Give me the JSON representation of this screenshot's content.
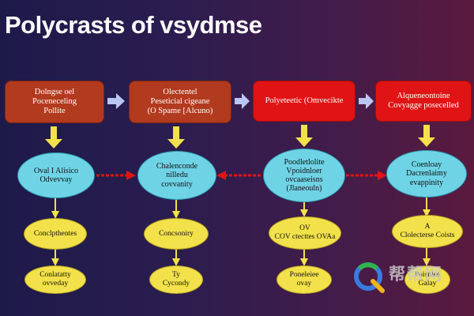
{
  "title": "Polycrasts of vsydmse",
  "colors": {
    "background_left": "#1d1a4a",
    "background_right": "#5a1a3e",
    "box_dark": "#b23a1e",
    "box_red": "#e01414",
    "oval_cyan": "#6fd3e6",
    "oval_yellow": "#f2e14a",
    "arrow_yellow": "#f2e14a",
    "arrow_lavender": "#b9c6f2",
    "arrow_red": "#e01414"
  },
  "boxes": [
    "Dolngse oel\nPoceneceling\nPollite",
    "Olectentel\nPeseticial cigeane\n(O Spame [Alcuno)",
    "Polyeteetic (Omvecikte",
    "Alqueneontoine\nCovyagge posecelled"
  ],
  "cyan_ovals": [
    "Oval I Alisico\nOdvevvay",
    "Chalenconde\nnilledu\ncovvanity",
    "Poodletlolite\nVpoidnloer\novcaaseisns\n(Jlaneouln)",
    "Coenloay\nDacrenlaimy\nevappinity"
  ],
  "yellow_ovals_row1": [
    "Conclpthentes",
    "Concsoniry",
    "OV\nCOV ctecttes OVAa",
    "A\nClolecterse Coists"
  ],
  "yellow_ovals_row2": [
    "Conlatatty\novveday",
    "Ty\nCycondy",
    "Poneleiee\novay",
    "Poisnlee\nGalay"
  ],
  "watermark": {
    "text": "帮帮网",
    "icon": "q-logo-icon"
  }
}
